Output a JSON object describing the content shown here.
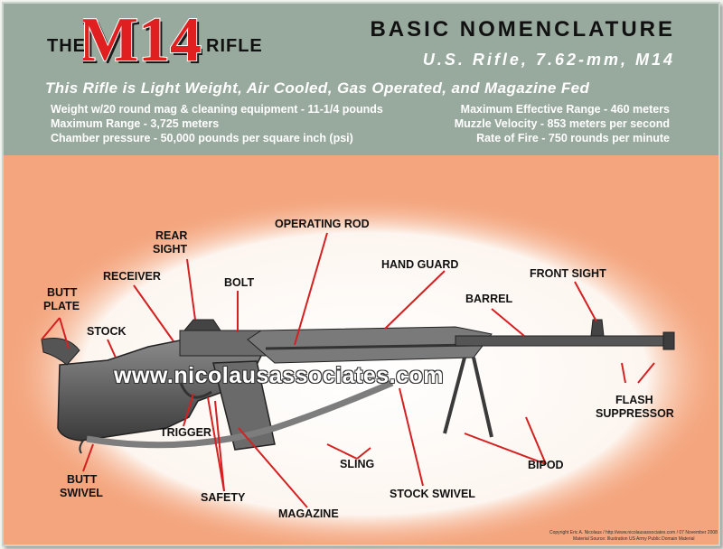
{
  "header": {
    "the": "THE",
    "model": "M14",
    "rifle": "RIFLE",
    "title": "BASIC NOMENCLATURE",
    "subtitle": "U.S. Rifle, 7.62-mm, M14",
    "tagline": "This Rifle is Light Weight, Air Cooled, Gas Operated, and Magazine Fed"
  },
  "specs": {
    "left": [
      "Weight w/20 round mag & cleaning equipment - 11-1/4 pounds",
      "Maximum Range - 3,725 meters",
      "Chamber pressure - 50,000 pounds per square inch (psi)"
    ],
    "right": [
      "Maximum Effective Range - 460 meters",
      "Muzzle Velocity - 853 meters per second",
      "Rate of Fire - 750 rounds per minute"
    ]
  },
  "labels": {
    "operating_rod": "OPERATING ROD",
    "rear_sight_1": "REAR",
    "rear_sight_2": "SIGHT",
    "hand_guard": "HAND GUARD",
    "front_sight": "FRONT SIGHT",
    "receiver": "RECEIVER",
    "bolt": "BOLT",
    "barrel": "BARREL",
    "butt_plate_1": "BUTT",
    "butt_plate_2": "PLATE",
    "stock": "STOCK",
    "flash_suppressor_1": "FLASH",
    "flash_suppressor_2": "SUPPRESSOR",
    "trigger": "TRIGGER",
    "butt_swivel_1": "BUTT",
    "butt_swivel_2": "SWIVEL",
    "safety": "SAFETY",
    "sling": "SLING",
    "bipod": "BIPOD",
    "magazine": "MAGAZINE",
    "stock_swivel": "STOCK SWIVEL"
  },
  "watermark": "www.nicolausassociates.com",
  "copyright_1": "Copyright Eric A. Nicolaus / http://www.nicolausassociates.com / 07 November 2008",
  "copyright_2": "Material Source: Illustration US Army Public Domain Material",
  "colors": {
    "header_bg": "#98a99d",
    "panel_bg": "#f4a57d",
    "leader_lines": "#d42020",
    "logo_red": "#e02020"
  }
}
